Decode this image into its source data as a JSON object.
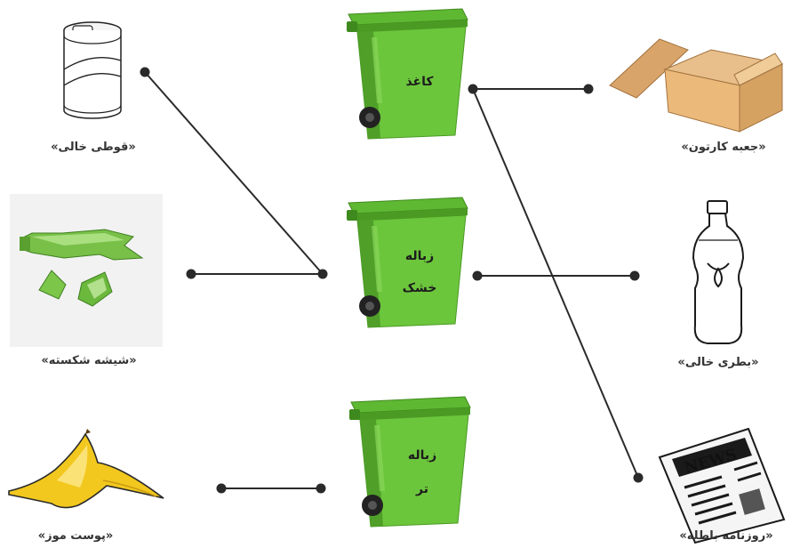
{
  "bins": [
    {
      "id": "paper",
      "lines": [
        "کاغذ"
      ]
    },
    {
      "id": "dry",
      "lines": [
        "زباله",
        "خشک"
      ]
    },
    {
      "id": "wet",
      "lines": [
        "زباله",
        "تر"
      ]
    }
  ],
  "items": {
    "can": {
      "caption": "«قوطی خالی»"
    },
    "glass": {
      "caption": "«شیشه شکسته»"
    },
    "banana": {
      "caption": "«پوست موز»"
    },
    "box": {
      "caption": "«جعبه کارتون»"
    },
    "bottle": {
      "caption": "«بطری خالی»"
    },
    "newspaper": {
      "caption": "«روزنامه باطله»",
      "masthead": "NEWS"
    }
  },
  "colors": {
    "bin": "#6cc63c",
    "bin_dark": "#4a9a24",
    "line": "#2a2a2a"
  },
  "connections": [
    {
      "from": "can",
      "to": "dry"
    },
    {
      "from": "glass",
      "to": "dry"
    },
    {
      "from": "banana",
      "to": "wet"
    },
    {
      "from": "box",
      "to": "paper"
    },
    {
      "from": "bottle",
      "to": "dry"
    },
    {
      "from": "newspaper",
      "to": "paper"
    }
  ]
}
